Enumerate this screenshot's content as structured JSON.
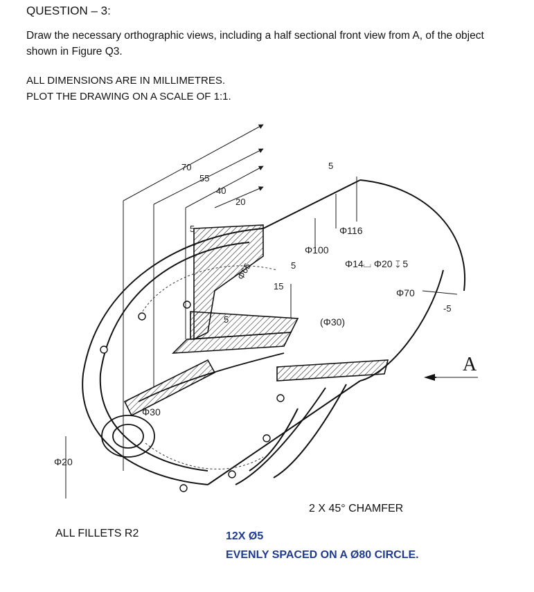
{
  "question": {
    "title": "QUESTION – 3:",
    "body": "Draw the necessary orthographic views, including a half sectional front view from A, of the object shown in Figure Q3.",
    "note_units": "ALL DIMENSIONS ARE IN MILLIMETRES.",
    "note_scale": "PLOT THE DRAWING ON A SCALE OF 1:1."
  },
  "drawing": {
    "dims": {
      "d70": "70",
      "d55": "55",
      "d40": "40",
      "d20": "20",
      "d5_top": "5",
      "d5_left": "5",
      "d5_mid": "5",
      "d5_small": "5",
      "d5_right": "-5",
      "d15": "15",
      "phi116": "Φ116",
      "phi100": "Φ100",
      "phi65": "Φ65",
      "cbore": "Φ14⌴ Φ20 ↧ 5",
      "phi70": "Φ70",
      "phi30_paren": "(Φ30)",
      "phi30": "Φ30",
      "phi20": "Φ20",
      "view_A": "A"
    },
    "chamfer": "2 X 45° CHAMFER",
    "fillets": "ALL FILLETS R2",
    "holes_count": "12X Ø5",
    "holes_note": "EVENLY SPACED ON A Ø80 CIRCLE."
  }
}
